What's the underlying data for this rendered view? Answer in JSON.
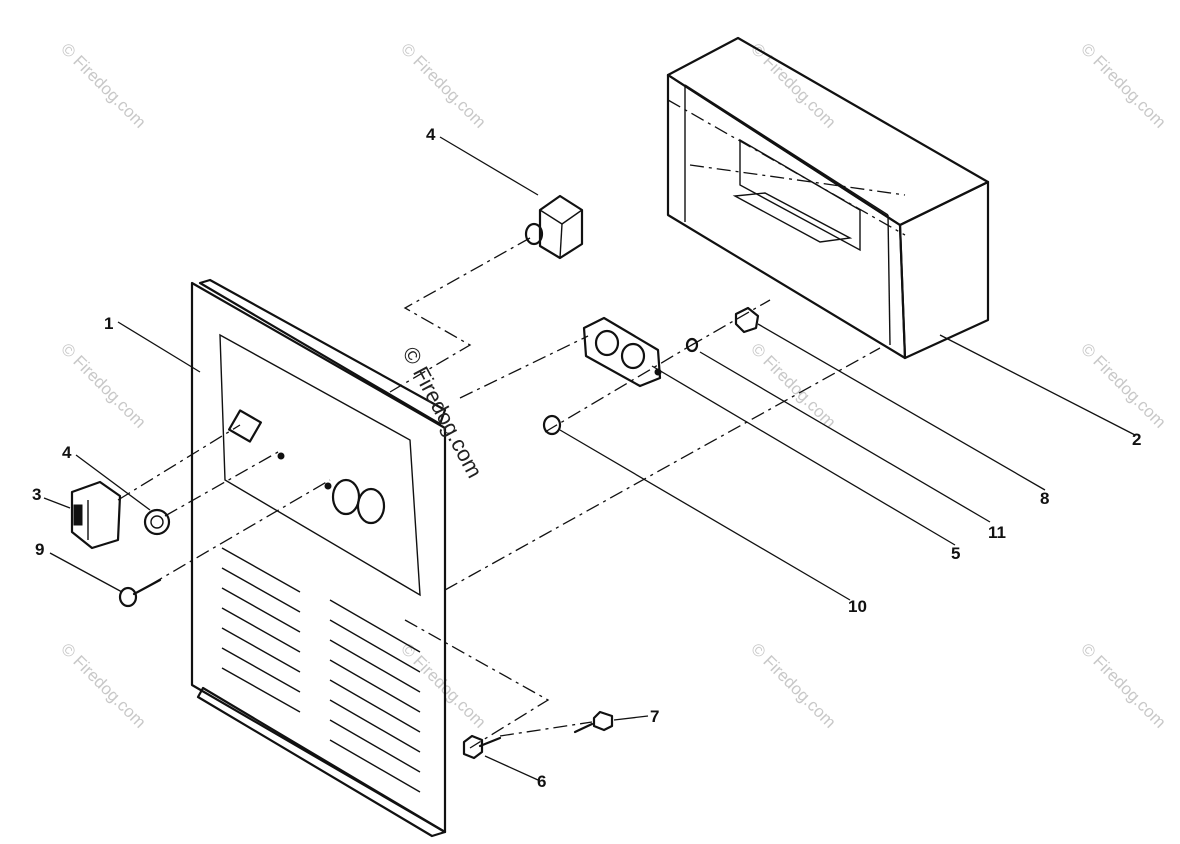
{
  "callouts": {
    "c1": "1",
    "c2": "2",
    "c3": "3",
    "c4a": "4",
    "c4b": "4",
    "c5": "5",
    "c6": "6",
    "c7": "7",
    "c8": "8",
    "c9": "9",
    "c10": "10",
    "c11": "11"
  },
  "watermark": {
    "text": "© Firedog.com"
  },
  "colors": {
    "line": "#111111",
    "watermark": "#c8c8c8",
    "background": "#ffffff"
  }
}
